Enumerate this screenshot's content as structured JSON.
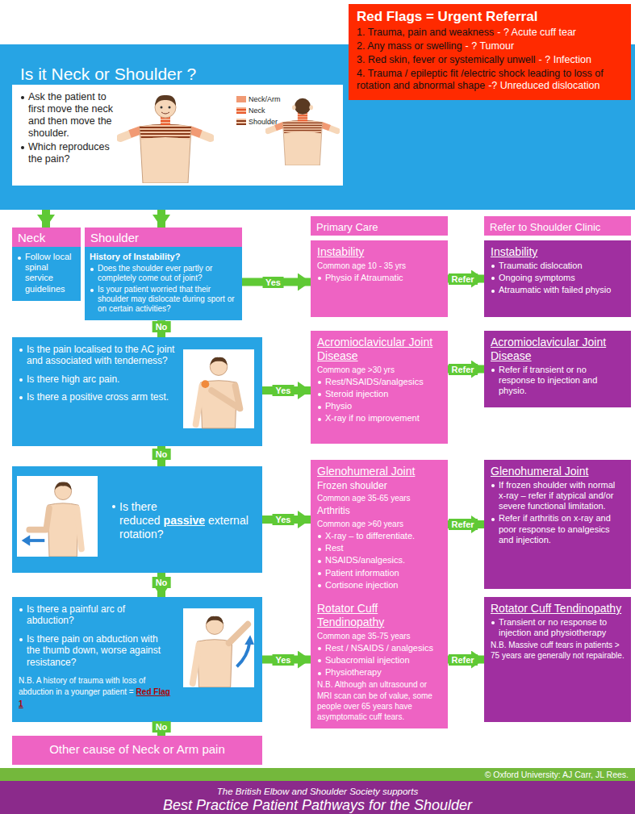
{
  "diagram": {
    "nodes": [
      {
        "text": [
          "Red Flags = Urgent Referral",
          "1. Trauma, pain and weakness",
          "- ? Acute cuff tear",
          "2. Any mass or swelling",
          "- ? Tumour",
          "3. Red skin, fever or systemically unwell",
          "- ? Infection",
          "4. Trauma / epileptic fit /electric shock leading to loss of rotation and abnormal shape",
          "-? Unreduced dislocation"
        ]
      },
      {
        "text": [
          "Is it Neck or Shoulder ?"
        ]
      },
      {
        "text": [
          "Ask the patient to first move the neck and then move the shoulder.",
          "Which reproduces the pain?"
        ],
        "in": 1
      },
      {
        "text": [
          "Neck"
        ]
      },
      {
        "text": [
          "Follow local spinal service guidelines"
        ]
      },
      {
        "text": [
          "Shoulder"
        ]
      },
      {
        "text": [
          "History of Instability?",
          "Does the shoulder ever partly or completely come out of joint?",
          "Is your patient worried that their shoulder may dislocate during sport or on certain activities?"
        ]
      },
      {
        "text": [
          "Primary Care"
        ]
      },
      {
        "text": [
          "Refer to Shoulder Clinic"
        ]
      },
      {
        "text": [
          "Instability",
          "Common age 10 - 35 yrs",
          "Physio if Atraumatic"
        ]
      },
      {
        "text": [
          "Instability",
          "Traumatic dislocation",
          "Ongoing symptoms",
          "Atraumatic with failed physio"
        ]
      },
      {
        "text": [
          "Is the pain localised to the AC joint and associated with tenderness?",
          "Is there high arc pain.",
          "Is there a positive cross arm test."
        ]
      },
      {
        "text": [
          "Acromioclavicular Joint Disease",
          "Common age >30 yrs",
          "Rest/NSAIDS/analgesics",
          "Steroid injection",
          "Physio",
          "X-ray if no improvement"
        ]
      },
      {
        "text": [
          "Acromioclavicular Joint Disease",
          "Refer if transient or no response to injection and physio."
        ]
      },
      {
        "text": [
          "Is there reduced",
          "passive",
          "external rotation?"
        ]
      },
      {
        "text": [
          "Glenohumeral Joint",
          "Frozen shoulder",
          "Common age 35-65 years",
          "Arthritis",
          "Common age >60 years",
          "X-ray – to differentiate.",
          "Rest",
          "NSAIDS/analgesics.",
          "Patient information",
          "Cortisone injection"
        ]
      },
      {
        "text": [
          "Glenohumeral Joint",
          "If frozen shoulder with normal x-ray – refer if atypical and/or severe functional limitation.",
          "Refer if arthritis on x-ray and poor response to analgesics and injection."
        ]
      },
      {
        "text": [
          "Is there a painful arc of abduction?",
          "Is there pain on abduction with the thumb down, worse against resistance?",
          "N.B. A history of trauma with loss of abduction in a younger patient =",
          "Red Flag 1"
        ]
      },
      {
        "text": [
          "Rotator Cuff Tendinopathy",
          "Common age 35-75 years",
          "Rest / NSAIDS / analgesics",
          "Subacromial injection",
          "Physiotherapy",
          "N.B. Although an ultrasound or MRI scan can be of value, some people over 65 years have asymptomatic cuff tears."
        ]
      },
      {
        "text": [
          "Rotator Cuff Tendinopathy",
          "Transient or no response to injection and physiotherapy",
          "N.B. Massive cuff tears in patients > 75 years are generally not repairable."
        ]
      },
      {
        "text": [
          "Other cause of Neck or Arm pain"
        ]
      },
      {
        "text": [
          "© Oxford University: AJ Carr, JL Rees."
        ]
      },
      {
        "text": [
          "The British Elbow and Shoulder Society supports",
          "Best Practice Patient Pathways for the Shoulder"
        ]
      }
    ],
    "edges": [
      {
        "from": 2,
        "to": 3,
        "arrow": "to"
      },
      {
        "from": 2,
        "to": 5,
        "arrow": "to"
      },
      {
        "from": 6,
        "to": 9,
        "label": "Yes",
        "arrow": "to"
      },
      {
        "from": 9,
        "to": 10,
        "label": "Refer",
        "arrow": "to"
      },
      {
        "from": 6,
        "to": 11,
        "label": "No",
        "arrow": "to"
      },
      {
        "from": 11,
        "to": 12,
        "label": "Yes",
        "arrow": "to"
      },
      {
        "from": 12,
        "to": 13,
        "label": "Refer",
        "arrow": "to"
      },
      {
        "from": 11,
        "to": 14,
        "label": "No",
        "arrow": "to"
      },
      {
        "from": 14,
        "to": 15,
        "label": "Yes",
        "arrow": "to"
      },
      {
        "from": 15,
        "to": 16,
        "label": "Refer",
        "arrow": "to"
      },
      {
        "from": 14,
        "to": 17,
        "label": "No",
        "arrow": "to"
      },
      {
        "from": 17,
        "to": 18,
        "label": "Yes",
        "arrow": "to"
      },
      {
        "from": 18,
        "to": 19,
        "label": "Refer",
        "arrow": "to"
      },
      {
        "from": 17,
        "to": 20,
        "label": "No",
        "arrow": "to"
      }
    ],
    "legend": [
      {
        "text": "Neck/Arm",
        "color": "#f19a74"
      },
      {
        "text": "Neck"
      },
      {
        "text": "Shoulder"
      }
    ]
  }
}
